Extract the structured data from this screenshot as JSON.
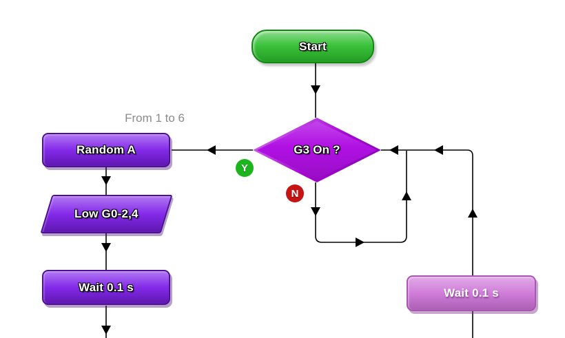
{
  "nodes": {
    "start": {
      "label": "Start"
    },
    "decision": {
      "label": "G3 On ?",
      "yes": "Y",
      "no": "N"
    },
    "random": {
      "label": "Random A",
      "annotation": "From 1 to 6"
    },
    "low": {
      "label": "Low G0-2,4"
    },
    "wait_left": {
      "label": "Wait 0.1 s"
    },
    "wait_right": {
      "label": "Wait 0.1 s"
    }
  },
  "colors": {
    "start_fill": "#2dbe2d",
    "start_border": "#0f8a0f",
    "decision_fill": "#b110e4",
    "process_fill": "#7d1ee8",
    "process_border": "#4c0f96",
    "wait_right_fill": "#cc72d6",
    "wait_right_border": "#a954b2",
    "yes_badge": "#1db51d",
    "no_badge": "#c41414",
    "annotation_text": "#8a8a8a",
    "connector": "#000000"
  }
}
